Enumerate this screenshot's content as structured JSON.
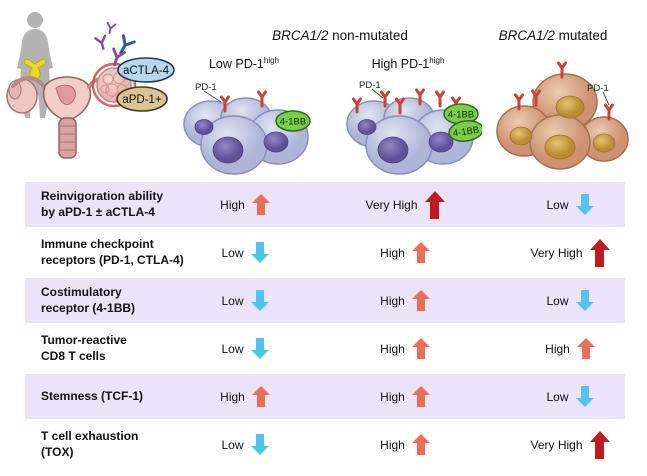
{
  "colors": {
    "row_shade": "#ebe3f7",
    "arrow_levels": {
      "high": "#e86f58",
      "very_high": "#c11b22",
      "low": "#4fc4f0"
    },
    "normal_cell": "#b6bddb",
    "normal_nucleus": "#6b5ca8",
    "mutated_cell": "#d49a7c",
    "mutated_nucleus": "#c99f44",
    "receptor_red": "#cc4136",
    "costim_green": "#7ccd4b",
    "actla4_oval_blue": "#b5d8ec",
    "apd1_oval_tan": "#d9c593"
  },
  "illustration": {
    "actla4_label": "aCTLA-4",
    "apd1_label": "aPD-1+"
  },
  "top": {
    "non_mutated": {
      "italic": "BRCA1/2",
      "rest": " non-mutated"
    },
    "mutated": {
      "italic": "BRCA1/2",
      "rest": " mutated"
    },
    "low_pd1": {
      "base": "Low PD-1",
      "sup": "high"
    },
    "high_pd1": {
      "base": "High PD-1",
      "sup": "high"
    },
    "pd1_label": "PD-1",
    "costim_label": "4-1BB"
  },
  "table": {
    "rows": [
      {
        "label": "Reinvigoration ability\nby aPD-1 ± aCTLA-4",
        "values": [
          {
            "text": "High",
            "direction": "up",
            "level": "high"
          },
          {
            "text": "Very High",
            "direction": "up",
            "level": "very_high"
          },
          {
            "text": "Low",
            "direction": "down",
            "level": "low"
          }
        ]
      },
      {
        "label": "Immune checkpoint\nreceptors (PD-1, CTLA-4)",
        "values": [
          {
            "text": "Low",
            "direction": "down",
            "level": "low"
          },
          {
            "text": "High",
            "direction": "up",
            "level": "high"
          },
          {
            "text": "Very High",
            "direction": "up",
            "level": "very_high"
          }
        ]
      },
      {
        "label": "Costimulatory\nreceptor (4-1BB)",
        "values": [
          {
            "text": "Low",
            "direction": "down",
            "level": "low"
          },
          {
            "text": "High",
            "direction": "up",
            "level": "high"
          },
          {
            "text": "Low",
            "direction": "down",
            "level": "low"
          }
        ]
      },
      {
        "label": "Tumor-reactive\nCD8 T cells",
        "values": [
          {
            "text": "Low",
            "direction": "down",
            "level": "low"
          },
          {
            "text": "High",
            "direction": "up",
            "level": "high"
          },
          {
            "text": "High",
            "direction": "up",
            "level": "high"
          }
        ]
      },
      {
        "label": "Stemness (TCF-1)",
        "values": [
          {
            "text": "High",
            "direction": "up",
            "level": "high"
          },
          {
            "text": "High",
            "direction": "up",
            "level": "high"
          },
          {
            "text": "Low",
            "direction": "down",
            "level": "low"
          }
        ]
      },
      {
        "label": "T cell exhaustion\n(TOX)",
        "values": [
          {
            "text": "Low",
            "direction": "down",
            "level": "low"
          },
          {
            "text": "High",
            "direction": "up",
            "level": "high"
          },
          {
            "text": "Very High",
            "direction": "up",
            "level": "very_high"
          }
        ]
      }
    ]
  }
}
